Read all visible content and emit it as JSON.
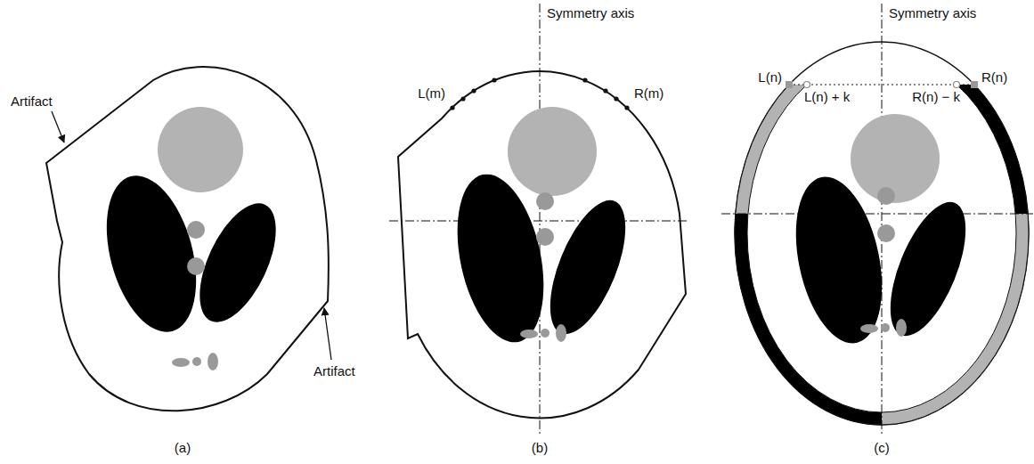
{
  "diagram": {
    "labels": [
      "Artifact",
      "Artifact",
      "(a)",
      "Symmetry axis",
      "L(m)",
      "R(m)",
      "(b)",
      "Symmetry axis",
      "L(n)",
      "L(n) + k",
      "R(n) − k",
      "R(n)",
      "(c)"
    ]
  }
}
